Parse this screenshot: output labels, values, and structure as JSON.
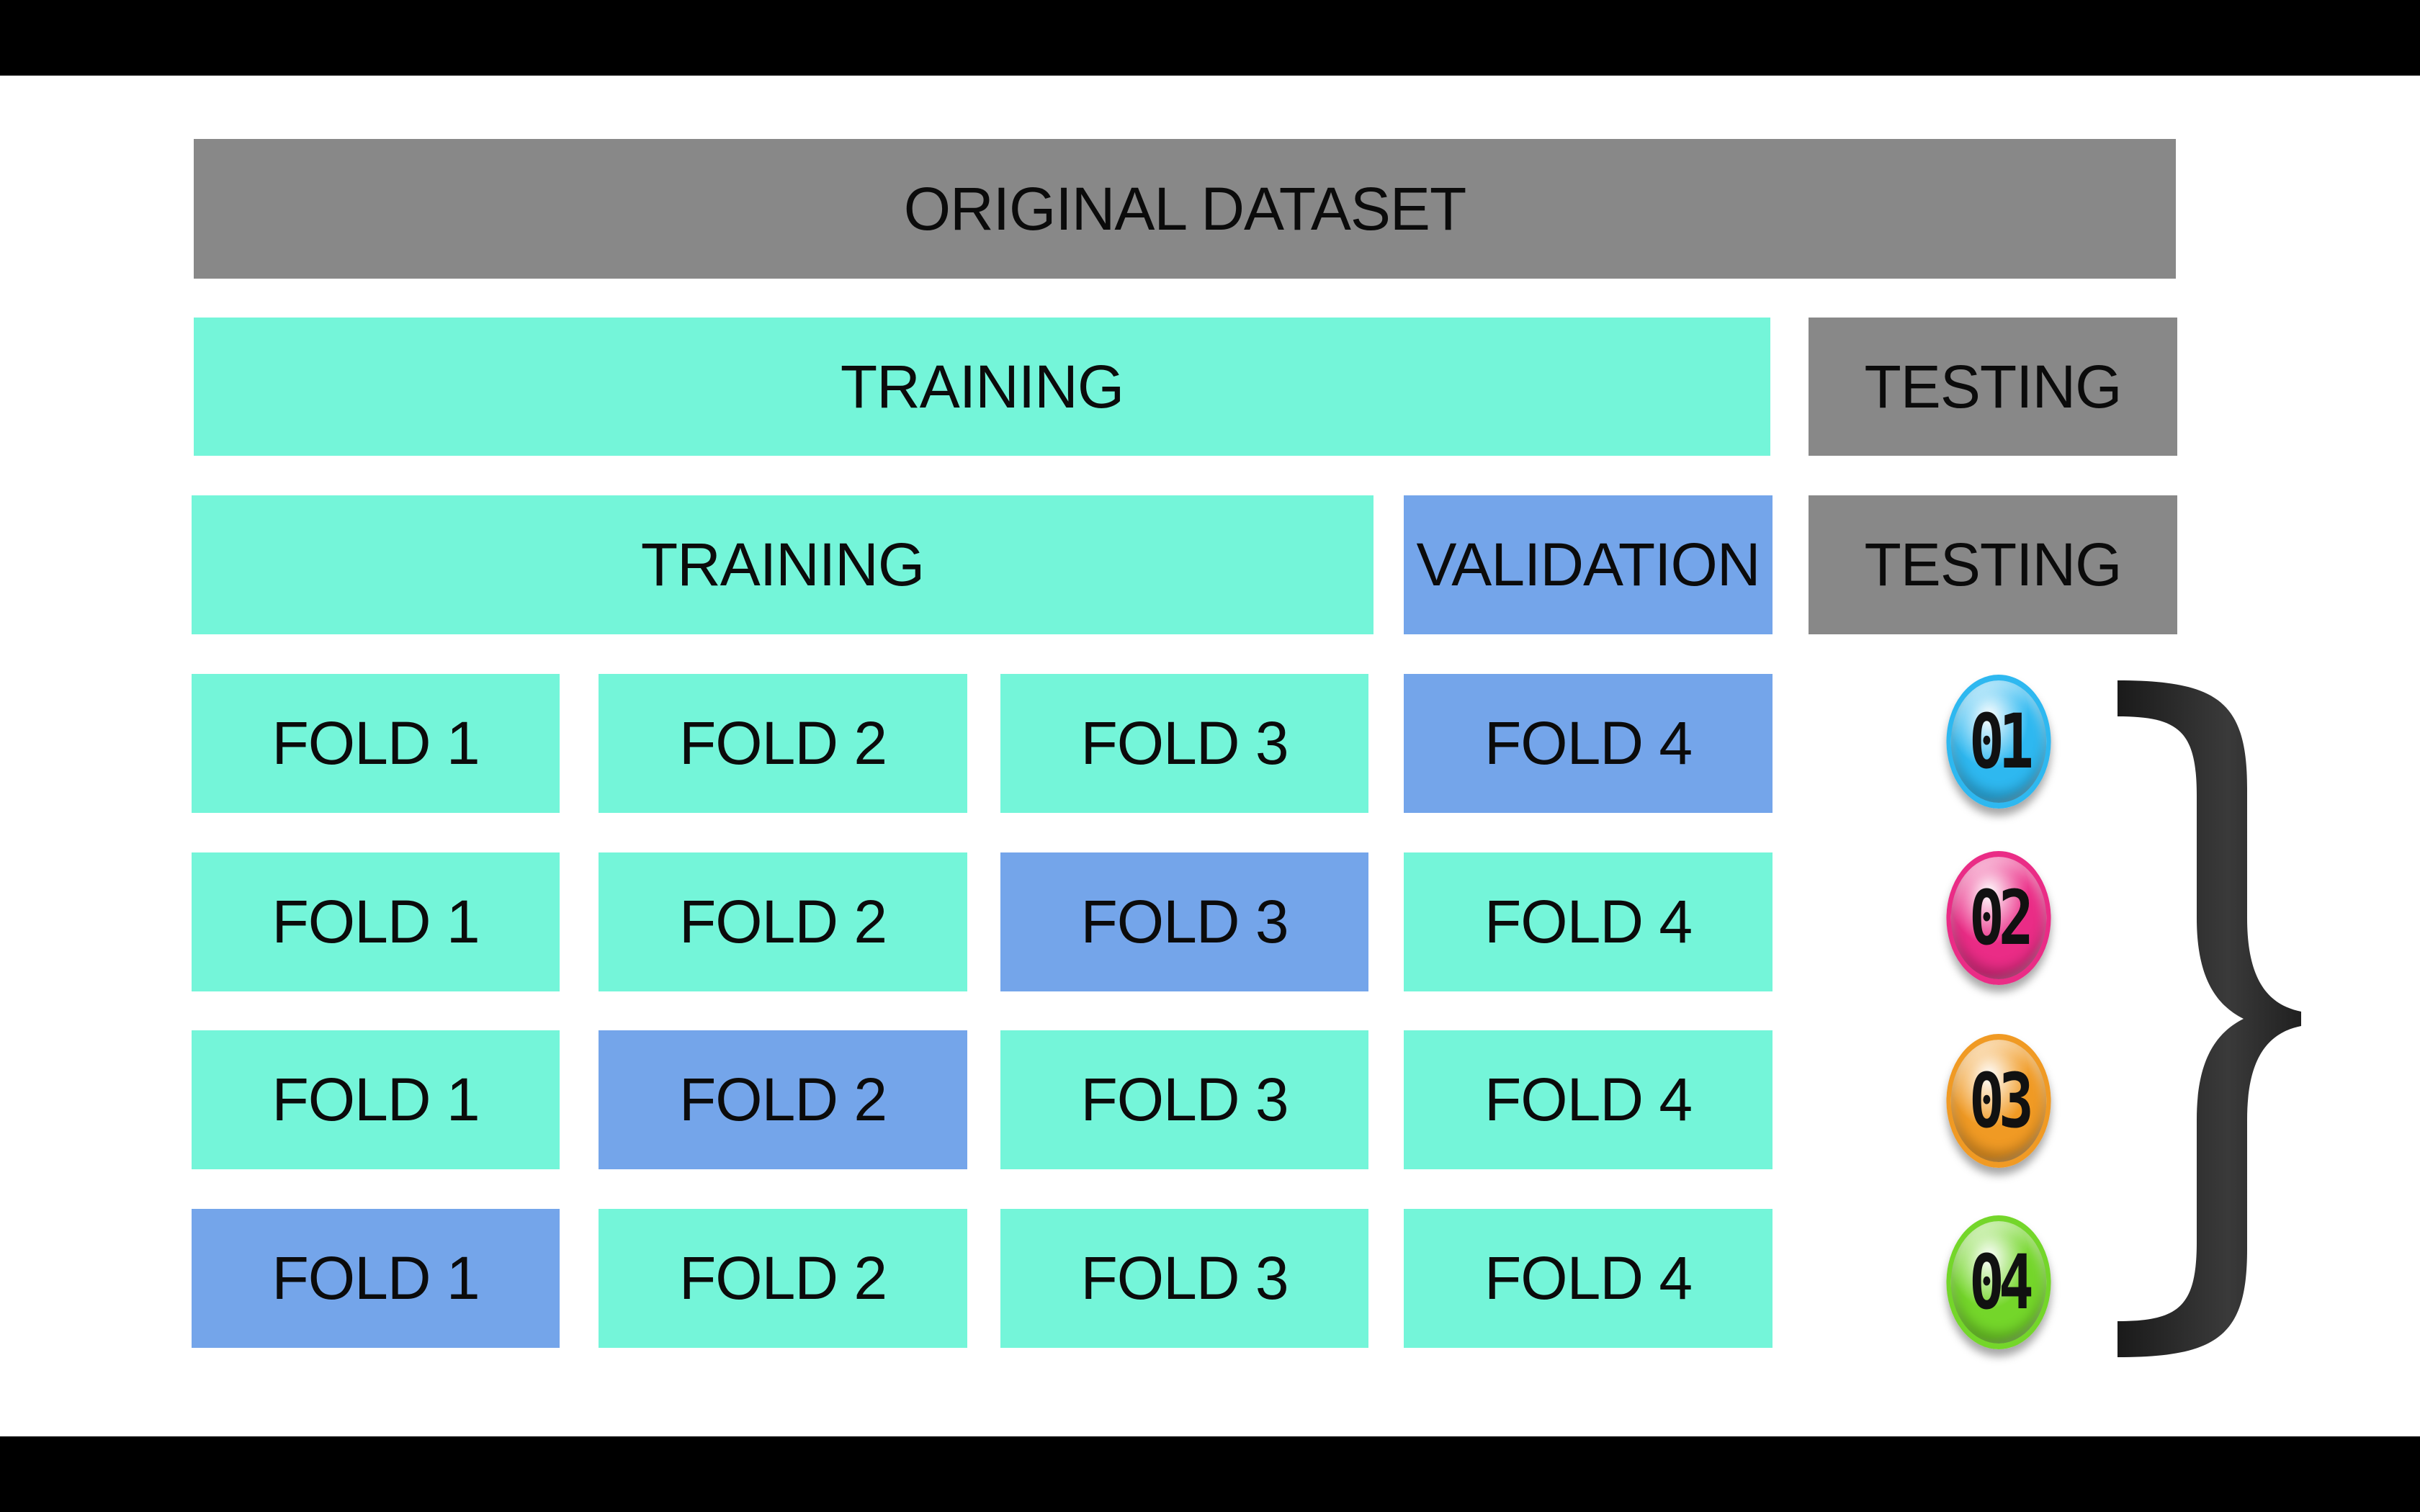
{
  "original": {
    "label": "ORIGINAL DATASET"
  },
  "split1": {
    "training": "TRAINING",
    "testing": "TESTING"
  },
  "split2": {
    "training": "TRAINING",
    "validation": "VALIDATION",
    "testing": "TESTING"
  },
  "folds": {
    "rows": [
      [
        "FOLD 1",
        "FOLD 2",
        "FOLD 3",
        "FOLD 4"
      ],
      [
        "FOLD 1",
        "FOLD 2",
        "FOLD 3",
        "FOLD 4"
      ],
      [
        "FOLD 1",
        "FOLD 2",
        "FOLD 3",
        "FOLD 4"
      ],
      [
        "FOLD 1",
        "FOLD 2",
        "FOLD 3",
        "FOLD 4"
      ]
    ],
    "validation_fold_per_row": [
      4,
      3,
      2,
      1
    ]
  },
  "badges": [
    {
      "label": "01",
      "color": "#2eb8f0"
    },
    {
      "label": "02",
      "color": "#ea2c86"
    },
    {
      "label": "03",
      "color": "#f09a24"
    },
    {
      "label": "04",
      "color": "#74d62a"
    }
  ],
  "colors": {
    "training": "#74f5d9",
    "validation": "#74a5ea",
    "dataset_testing": "#888888",
    "brace": "#2b2b2b"
  }
}
